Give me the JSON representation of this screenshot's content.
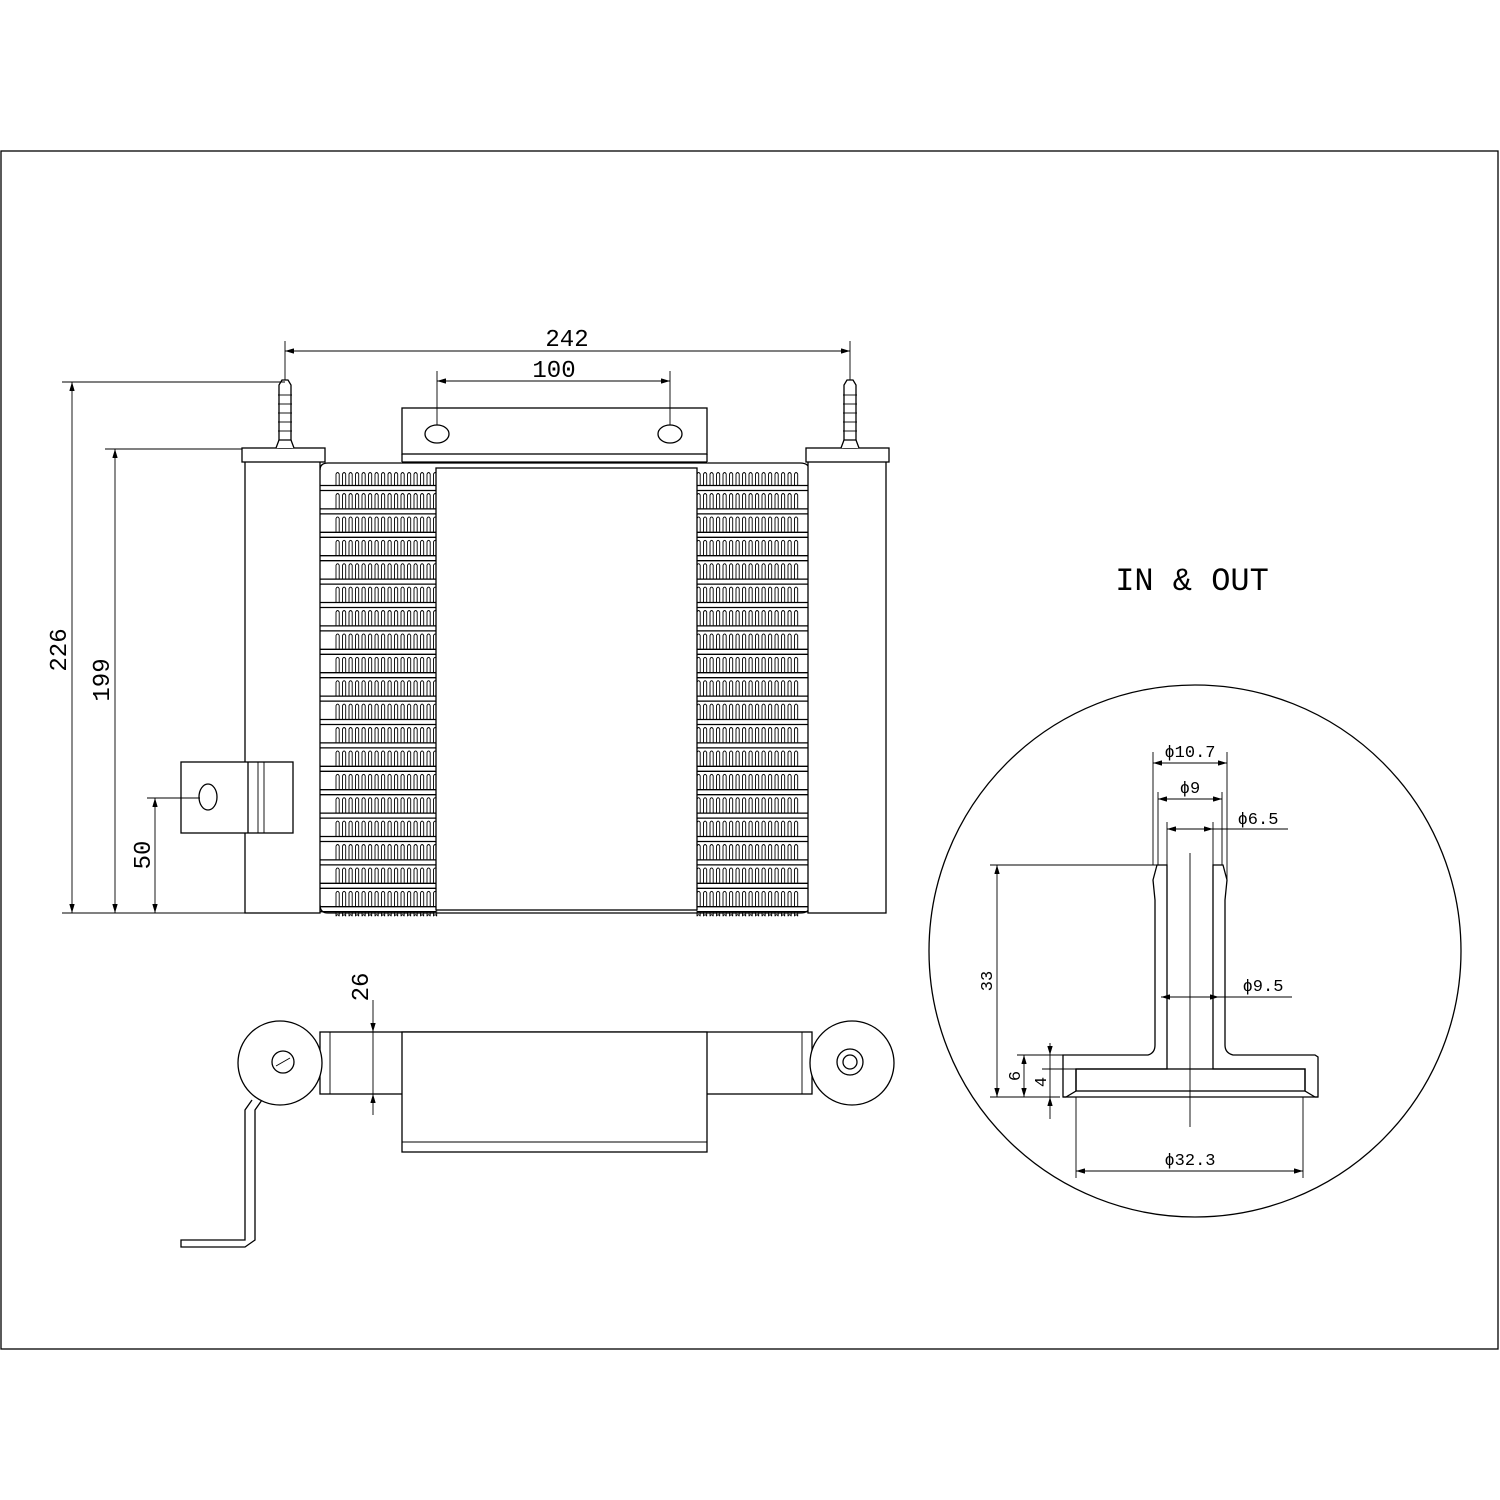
{
  "title": "IN & OUT",
  "front_view": {
    "width_overall": "242",
    "bracket_hole_spacing": "100",
    "height_overall": "226",
    "height_body": "199",
    "side_bracket_height": "50"
  },
  "bottom_view": {
    "thickness": "26"
  },
  "detail": {
    "d_outer": "ϕ10.7",
    "d_barb": "ϕ9",
    "d_inner": "ϕ6.5",
    "d_stem": "ϕ9.5",
    "length": "33",
    "flange_h": "6",
    "recess_h": "4",
    "d_flange": "ϕ32.3"
  }
}
